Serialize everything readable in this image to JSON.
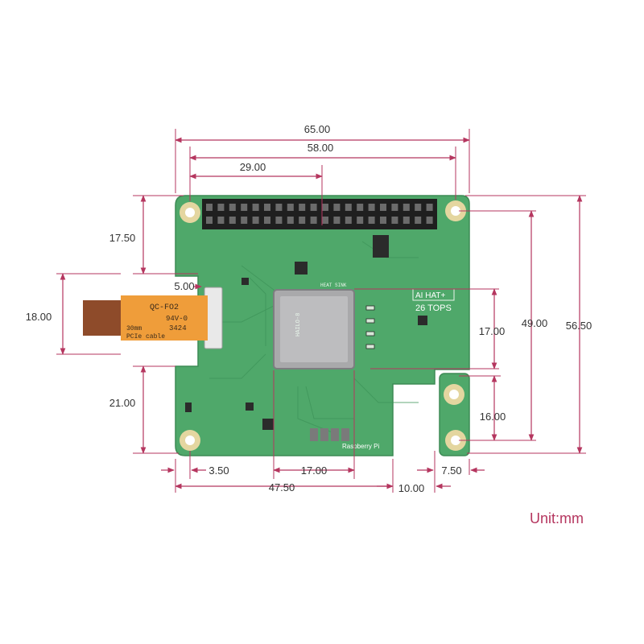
{
  "diagram": {
    "unit_label": "Unit:mm",
    "accent_color": "#b5365f",
    "board_color": "#4fa86a",
    "dimensions": {
      "top_overall": "65.00",
      "top_holes": "58.00",
      "top_half": "29.00",
      "left_upper": "17.50",
      "cable_offset": "5.00",
      "cable_width": "18.00",
      "left_lower": "21.00",
      "right_inner": "17.00",
      "right_holes": "49.00",
      "right_overall": "56.50",
      "right_lower": "16.00",
      "bottom_hole": "3.50",
      "bottom_chip": "17.00",
      "bottom_left": "47.50",
      "bottom_notch": "10.00",
      "bottom_right": "7.50"
    },
    "board_labels": {
      "product": "AI HAT+",
      "tops": "26 TOPS",
      "heatsink": "HEAT SINK",
      "brand": "Raspberry Pi",
      "cable_line1": "QC-FO2",
      "cable_line2": "94V-0",
      "cable_line3": "3424",
      "cable_line4": "30mm",
      "cable_line5": "PCIe cable"
    }
  }
}
